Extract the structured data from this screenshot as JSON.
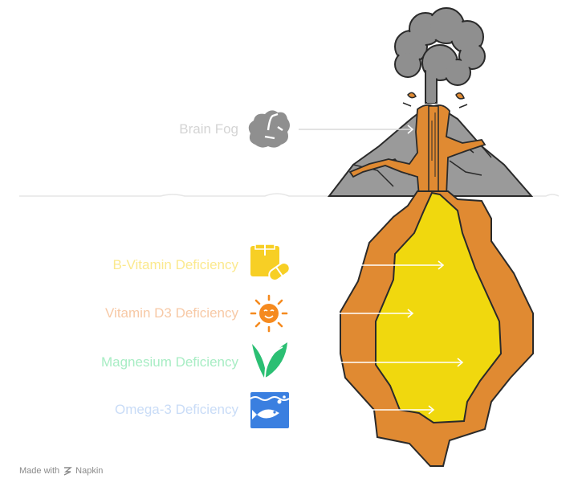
{
  "labels": {
    "brain_fog": "Brain Fog",
    "b_vitamin": "B-Vitamin Deficiency",
    "vitamin_d3": "Vitamin D3 Deficiency",
    "magnesium": "Magnesium Deficiency",
    "omega3": "Omega-3 Deficiency"
  },
  "footer": {
    "made_with": "Made with",
    "brand": "Napkin"
  },
  "colors": {
    "brain_fog": "#d4d4d4",
    "b_vitamin": "#fbe98e",
    "vitamin_d3": "#f7c9a6",
    "magnesium": "#a8edc4",
    "omega3": "#c9dcf7",
    "lava": "#e08a32",
    "core": "#f0d80e",
    "rock": "#9a9a9a",
    "smoke": "#8f8f8f"
  },
  "icons": {
    "brain_fog": "brain-icon",
    "b_vitamin": "vitamin-pill-icon",
    "vitamin_d3": "sun-icon",
    "magnesium": "leaf-icon",
    "omega3": "fish-icon"
  }
}
